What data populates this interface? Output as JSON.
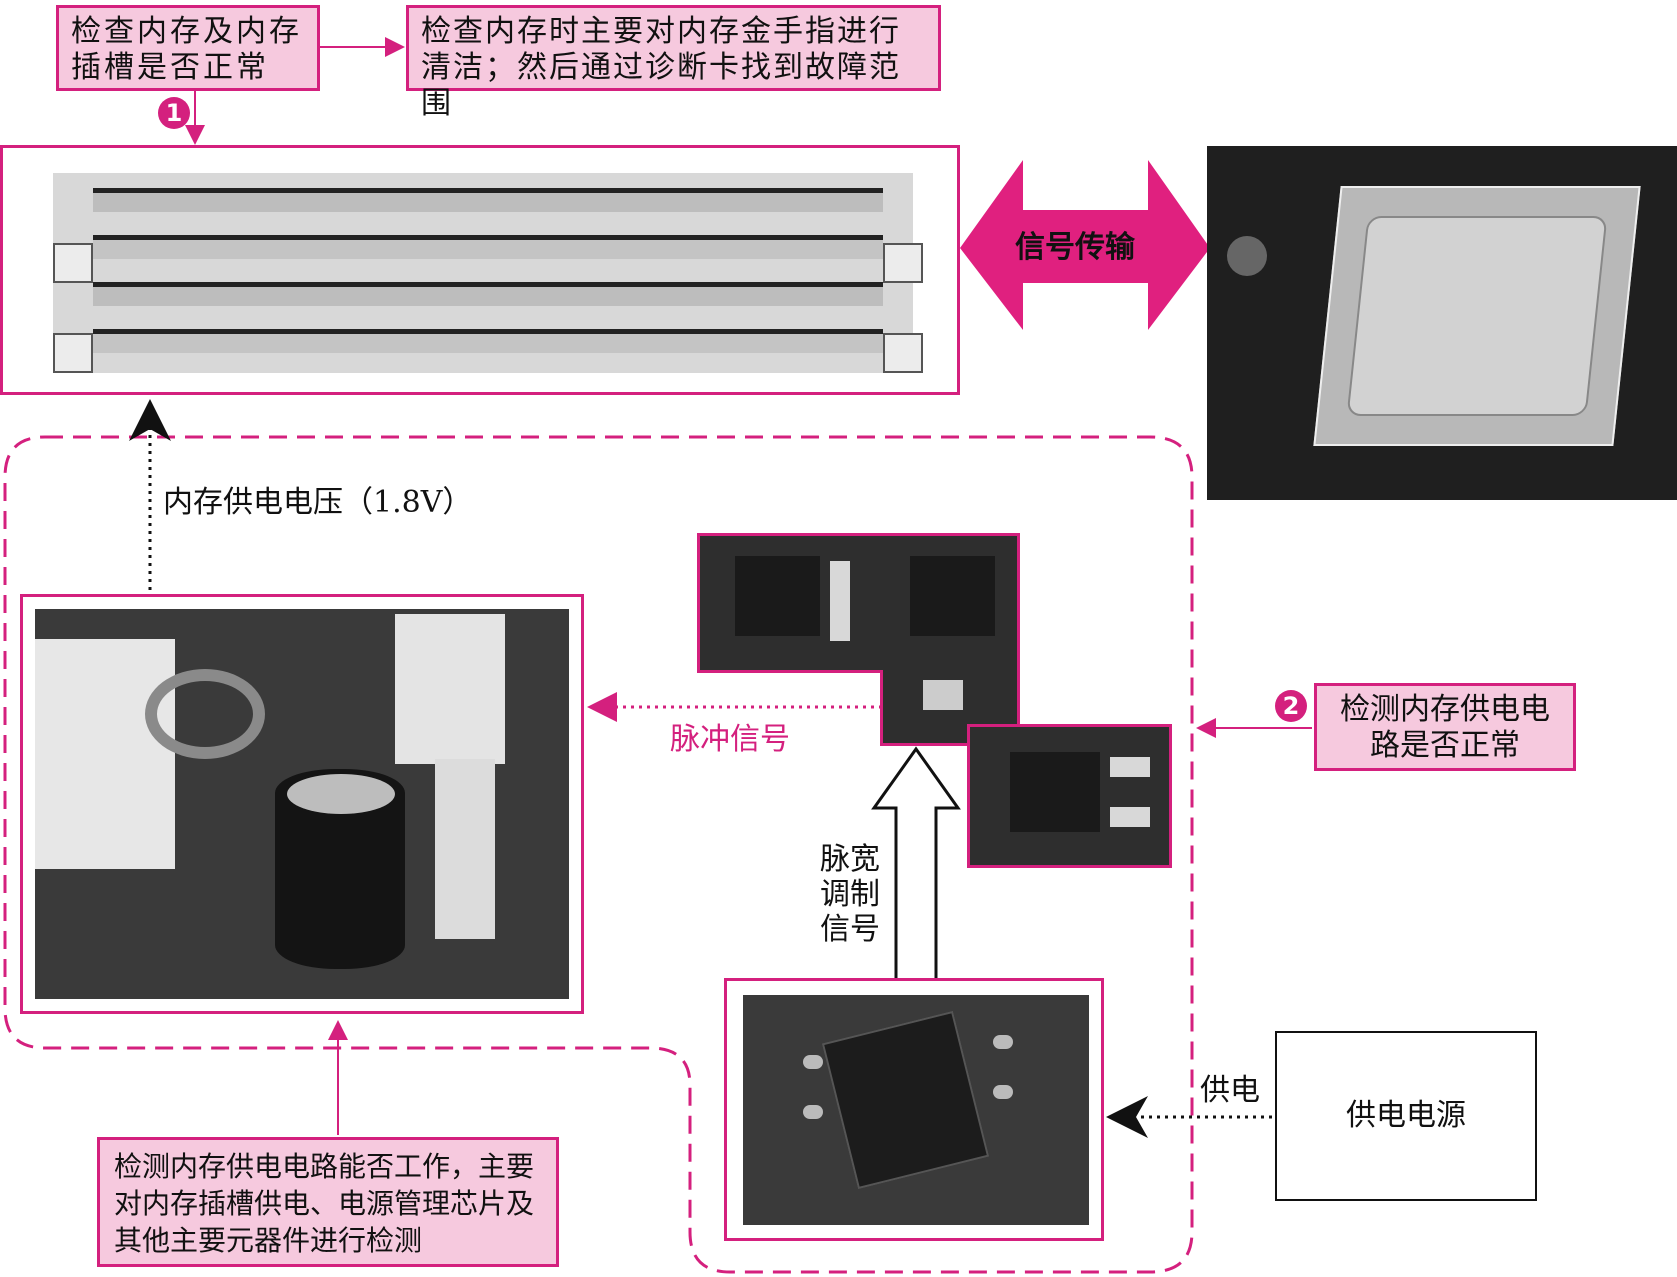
{
  "callouts": {
    "check_memory": "检查内存及内存插槽是否正常",
    "clean_fingers": "检查内存时主要对内存金手指进行清洁；然后通过诊断卡找到故障范围",
    "check_supply": "检测内存供电电路是否正常",
    "check_circuit": "检测内存供电电路能否工作，主要对内存插槽供电、电源管理芯片及其他主要元器件进行检测"
  },
  "markers": {
    "one": "1",
    "two": "2"
  },
  "labels": {
    "signal_transfer": "信号传输",
    "memory_voltage": "内存供电电压（1.8V）",
    "pulse_signal": "脉冲信号",
    "pwm_signal": "脉宽调制信号",
    "power_in": "供电",
    "power_source": "供电电源"
  },
  "colors": {
    "accent": "#d4207e",
    "callout_fill": "#f6c9de"
  },
  "images": {
    "memory_slots": "memory-slot-photo",
    "cpu": "cpu-socket-photo",
    "inductor": "inductor-capacitor-photo",
    "mosfets": "mosfet-photo",
    "pwm_chip": "pwm-chip-photo"
  }
}
